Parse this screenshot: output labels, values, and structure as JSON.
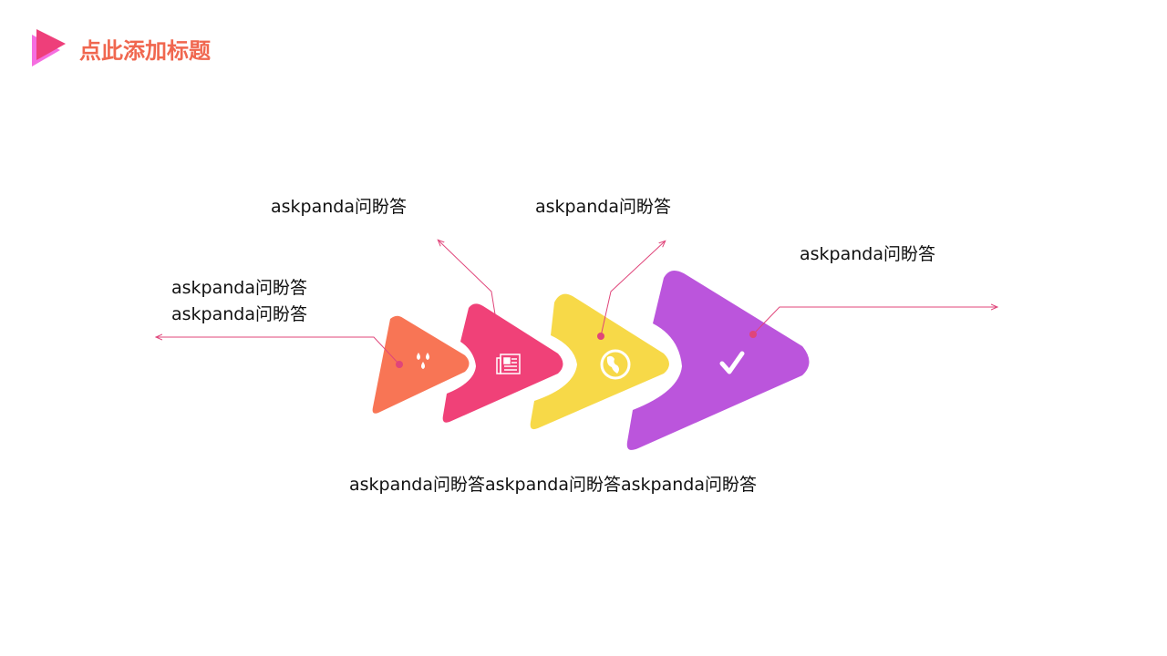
{
  "header": {
    "title": "点此添加标题"
  },
  "labels": {
    "left_line1": "askpanda问盼答",
    "left_line2": "askpanda问盼答",
    "top_left": "askpanda问盼答",
    "top_center": "askpanda问盼答",
    "right": "askpanda问盼答",
    "bottom": "askpanda问盼答askpanda问盼答askpanda问盼答"
  },
  "steps": [
    {
      "icon": "water-drops-icon",
      "color": "#f87555"
    },
    {
      "icon": "newspaper-icon",
      "color": "#f04178"
    },
    {
      "icon": "globe-icon",
      "color": "#f7d948"
    },
    {
      "icon": "checkmark-icon",
      "color": "#bb55dc"
    }
  ],
  "colors": {
    "accent": "#f0674f",
    "line": "#e0457a"
  }
}
